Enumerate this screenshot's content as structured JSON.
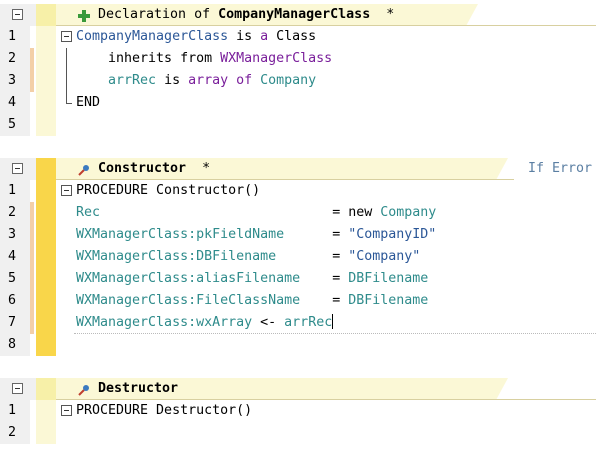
{
  "sections": [
    {
      "title_prefix": "Declaration of ",
      "title_bold": "CompanyManagerClass",
      "title_suffix": "  *",
      "lines": [
        {
          "n": "1",
          "parts": [
            [
              "CompanyManagerClass",
              "cl"
            ],
            [
              " is ",
              "kw"
            ],
            [
              "a",
              "pur"
            ],
            [
              " Class",
              "kw"
            ]
          ]
        },
        {
          "n": "2",
          "parts": [
            [
              "    inherits from ",
              "kw"
            ],
            [
              "WXManagerClass",
              "pur"
            ]
          ]
        },
        {
          "n": "3",
          "parts": [
            [
              "    arrRec",
              "id"
            ],
            [
              " is ",
              "kw"
            ],
            [
              "array of",
              "pur"
            ],
            [
              " Company",
              "id"
            ]
          ]
        },
        {
          "n": "4",
          "parts": [
            [
              "END",
              "kw"
            ]
          ]
        },
        {
          "n": "5",
          "parts": []
        }
      ]
    },
    {
      "title_prefix": "",
      "title_bold": "Constructor",
      "title_suffix": "  *",
      "right_note": "If Error",
      "lines": [
        {
          "n": "1",
          "parts": [
            [
              "PROCEDURE Constructor()",
              "kw"
            ]
          ]
        },
        {
          "n": "2",
          "parts": [
            [
              "Rec",
              "id"
            ],
            [
              "                             = new ",
              "kw"
            ],
            [
              "Company",
              "id"
            ]
          ]
        },
        {
          "n": "3",
          "parts": [
            [
              "WXManagerClass:",
              "id"
            ],
            [
              "pkFieldName",
              "id"
            ],
            [
              "      = ",
              "kw"
            ],
            [
              "\"CompanyID\"",
              "str"
            ]
          ]
        },
        {
          "n": "4",
          "parts": [
            [
              "WXManagerClass:",
              "id"
            ],
            [
              "DBFilename",
              "id"
            ],
            [
              "       = ",
              "kw"
            ],
            [
              "\"Company\"",
              "str"
            ]
          ]
        },
        {
          "n": "5",
          "parts": [
            [
              "WXManagerClass:",
              "id"
            ],
            [
              "aliasFilename",
              "id"
            ],
            [
              "    = ",
              "kw"
            ],
            [
              "DBFilename",
              "id"
            ]
          ]
        },
        {
          "n": "6",
          "parts": [
            [
              "WXManagerClass:",
              "id"
            ],
            [
              "FileClassName",
              "id"
            ],
            [
              "    = ",
              "kw"
            ],
            [
              "DBFilename",
              "id"
            ]
          ]
        },
        {
          "n": "7",
          "parts": [
            [
              "WXManagerClass:",
              "id"
            ],
            [
              "wxArray",
              "id"
            ],
            [
              " <- ",
              "kw"
            ],
            [
              "arrRec",
              "id"
            ]
          ]
        },
        {
          "n": "8",
          "parts": []
        }
      ]
    },
    {
      "title_prefix": "",
      "title_bold": "Destructor",
      "title_suffix": "",
      "lines": [
        {
          "n": "1",
          "parts": [
            [
              "PROCEDURE Destructor()",
              "kw"
            ]
          ]
        },
        {
          "n": "2",
          "parts": []
        }
      ]
    }
  ],
  "colors": {
    "header_bg": "#fbf8d6",
    "stripe_active": "#f9d64a",
    "class_blue": "#2b5797",
    "identifier_teal": "#2e8b8b",
    "keyword_purple": "#7a1f9b"
  },
  "icons": {
    "declaration": "plus-icon",
    "constructor": "constructor-icon",
    "destructor": "destructor-icon"
  }
}
